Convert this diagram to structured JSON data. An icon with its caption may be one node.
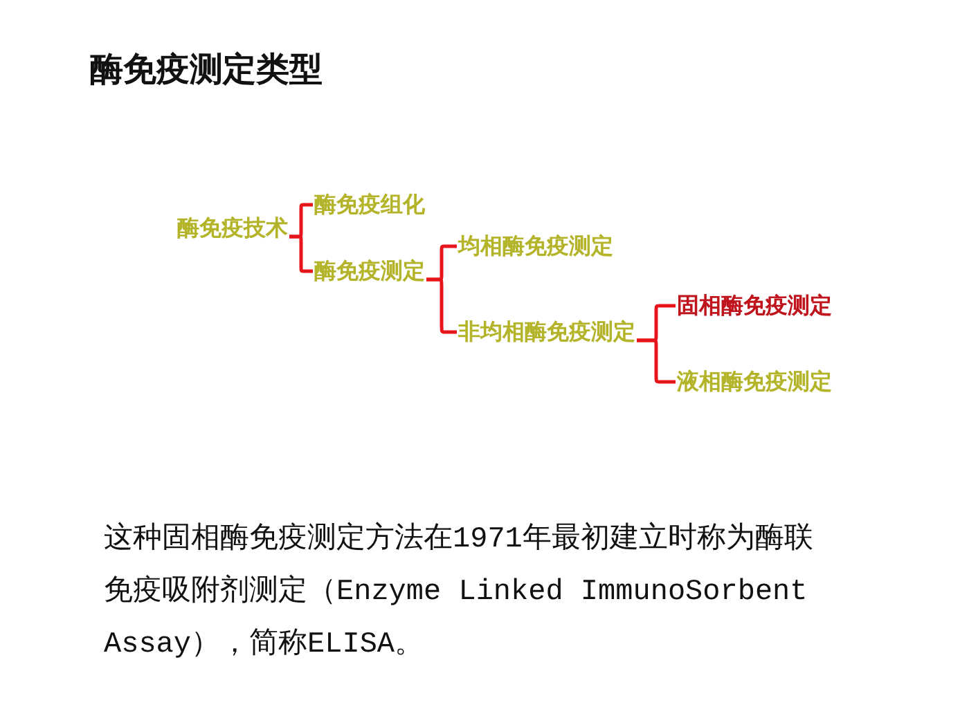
{
  "diagram": {
    "title": "酶免疫测定类型",
    "nodes": [
      {
        "text": [
          "酶免疫技术"
        ]
      },
      {
        "text": [
          "酶免疫组化"
        ]
      },
      {
        "text": [
          "酶免疫测定"
        ]
      },
      {
        "text": [
          "均相酶免疫测定"
        ]
      },
      {
        "text": [
          "非均相酶免疫测定"
        ]
      },
      {
        "text": [
          "固相酶免疫测定"
        ]
      },
      {
        "text": [
          "液相酶免疫测定"
        ]
      }
    ],
    "edges": [
      {
        "from": 0,
        "to": 1,
        "arrow": "none"
      },
      {
        "from": 0,
        "to": 2,
        "arrow": "none"
      },
      {
        "from": 2,
        "to": 3,
        "arrow": "none"
      },
      {
        "from": 2,
        "to": 4,
        "arrow": "none"
      },
      {
        "from": 4,
        "to": 5,
        "arrow": "none"
      },
      {
        "from": 4,
        "to": 6,
        "arrow": "none"
      }
    ],
    "labels": [
      "这种固相酶免疫测定方法在1971年最初建立时称为酶联免疫吸附剂测定（Enzyme Linked ImmunoSorbent Assay），简称ELISA。"
    ]
  }
}
